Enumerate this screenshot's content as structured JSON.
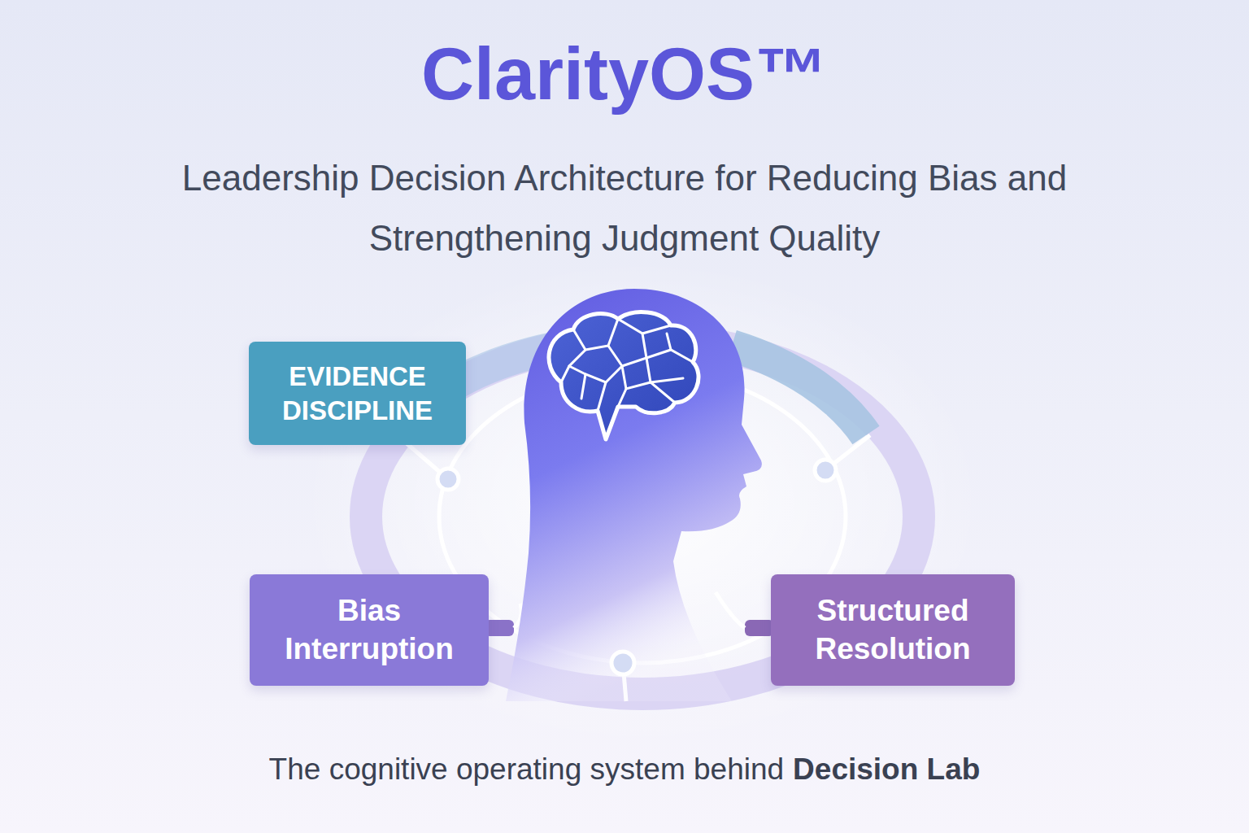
{
  "diagram": {
    "title": "ClarityOS™",
    "nodes": [
      {
        "text": [
          "EVIDENCE DISCIPLINE"
        ]
      },
      {
        "text": [
          "Bias Interruption"
        ]
      },
      {
        "text": [
          "Structured Resolution"
        ]
      }
    ],
    "labels": [
      "Leadership Decision Architecture for Reducing Bias and Strengthening Judgment Quality",
      "The cognitive operating system behind",
      "Decision Lab"
    ]
  }
}
